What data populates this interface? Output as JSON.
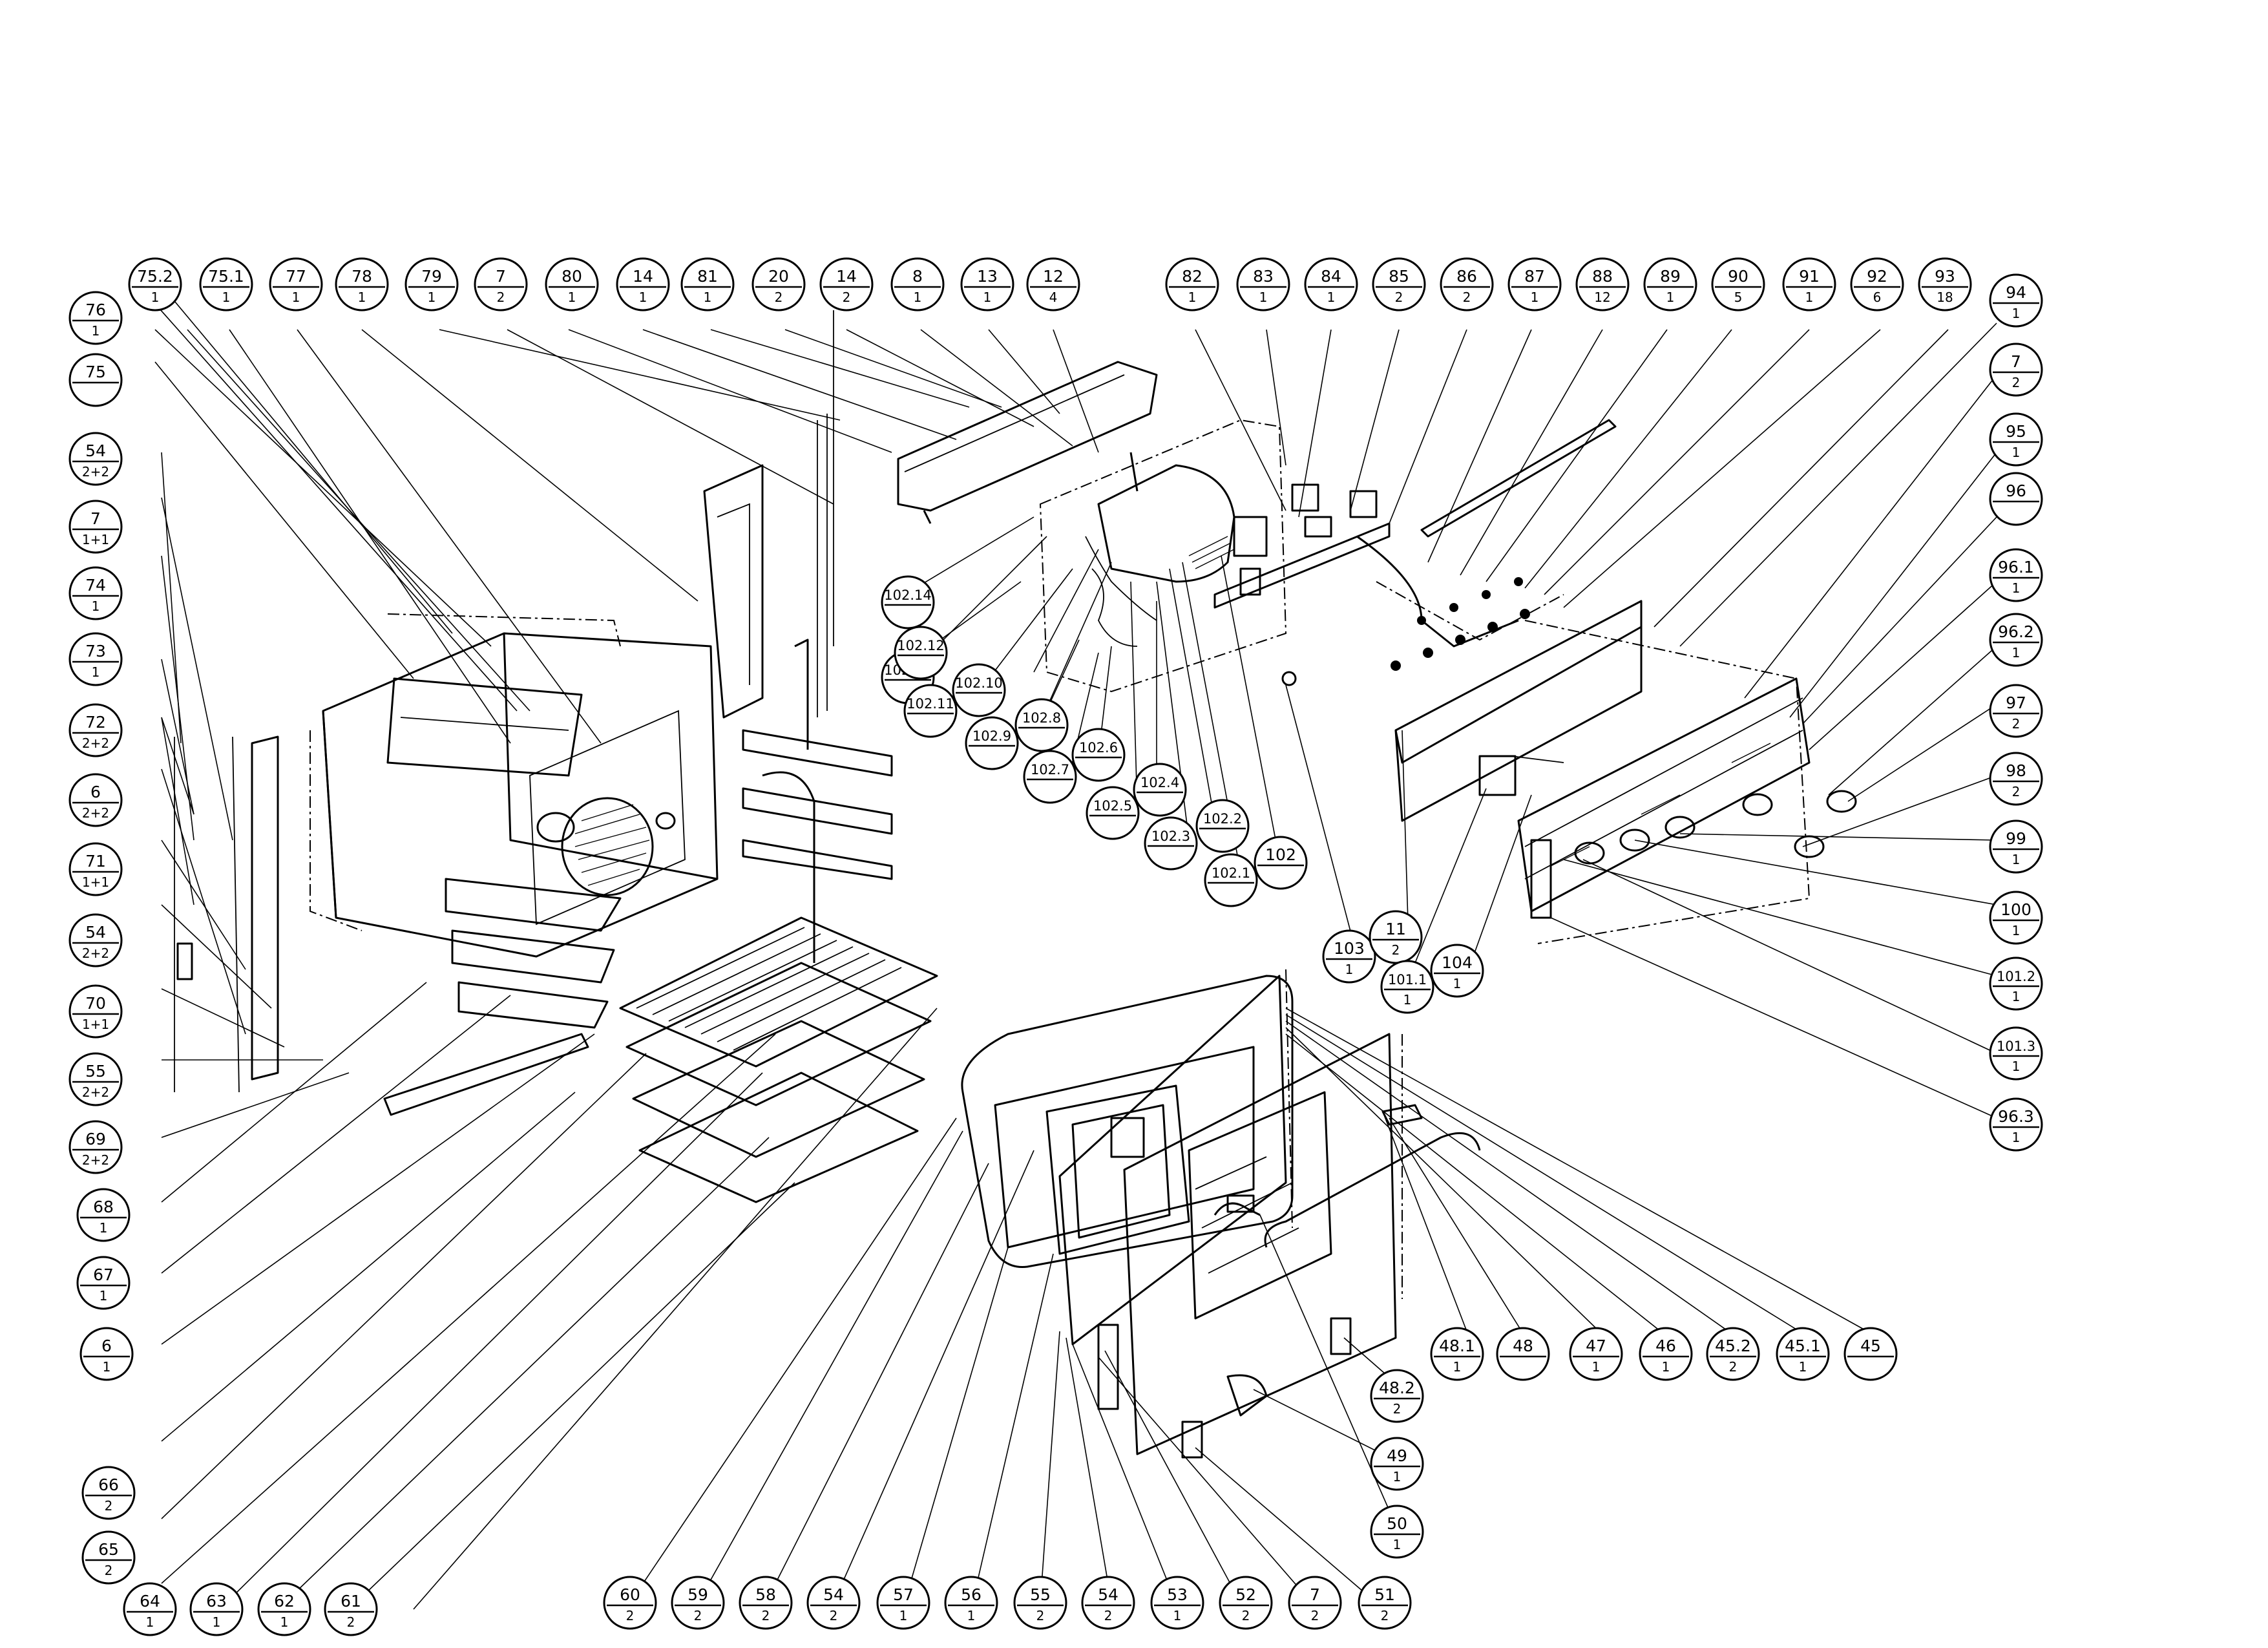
{
  "diagram": {
    "type": "exploded-parts",
    "callouts": [
      {
        "id": "c76",
        "num": "76",
        "qty": "1"
      },
      {
        "id": "c75_2",
        "num": "75.2",
        "qty": "1"
      },
      {
        "id": "c75_1",
        "num": "75.1",
        "qty": "1"
      },
      {
        "id": "c77",
        "num": "77",
        "qty": "1"
      },
      {
        "id": "c78",
        "num": "78",
        "qty": "1"
      },
      {
        "id": "c79",
        "num": "79",
        "qty": "1"
      },
      {
        "id": "c7a",
        "num": "7",
        "qty": "2"
      },
      {
        "id": "c80",
        "num": "80",
        "qty": "1"
      },
      {
        "id": "c14a",
        "num": "14",
        "qty": "1"
      },
      {
        "id": "c81",
        "num": "81",
        "qty": "1"
      },
      {
        "id": "c20",
        "num": "20",
        "qty": "2"
      },
      {
        "id": "c14b",
        "num": "14",
        "qty": "2"
      },
      {
        "id": "c8",
        "num": "8",
        "qty": "1"
      },
      {
        "id": "c13",
        "num": "13",
        "qty": "1"
      },
      {
        "id": "c12",
        "num": "12",
        "qty": "4"
      },
      {
        "id": "c82",
        "num": "82",
        "qty": "1"
      },
      {
        "id": "c83",
        "num": "83",
        "qty": "1"
      },
      {
        "id": "c84",
        "num": "84",
        "qty": "1"
      },
      {
        "id": "c85",
        "num": "85",
        "qty": "2"
      },
      {
        "id": "c86",
        "num": "86",
        "qty": "2"
      },
      {
        "id": "c87",
        "num": "87",
        "qty": "1"
      },
      {
        "id": "c88",
        "num": "88",
        "qty": "12"
      },
      {
        "id": "c89",
        "num": "89",
        "qty": "1"
      },
      {
        "id": "c90",
        "num": "90",
        "qty": "5"
      },
      {
        "id": "c91",
        "num": "91",
        "qty": "1"
      },
      {
        "id": "c92",
        "num": "92",
        "qty": "6"
      },
      {
        "id": "c93",
        "num": "93",
        "qty": "18"
      },
      {
        "id": "c94",
        "num": "94",
        "qty": "1"
      },
      {
        "id": "c7b",
        "num": "7",
        "qty": "2"
      },
      {
        "id": "c95",
        "num": "95",
        "qty": "1"
      },
      {
        "id": "c96",
        "num": "96",
        "qty": ""
      },
      {
        "id": "c96_1",
        "num": "96.1",
        "qty": "1"
      },
      {
        "id": "c96_2",
        "num": "96.2",
        "qty": "1"
      },
      {
        "id": "c97",
        "num": "97",
        "qty": "2"
      },
      {
        "id": "c98",
        "num": "98",
        "qty": "2"
      },
      {
        "id": "c99",
        "num": "99",
        "qty": "1"
      },
      {
        "id": "c100",
        "num": "100",
        "qty": "1"
      },
      {
        "id": "c101_2",
        "num": "101.2",
        "qty": "1"
      },
      {
        "id": "c101_3",
        "num": "101.3",
        "qty": "1"
      },
      {
        "id": "c96_3",
        "num": "96.3",
        "qty": "1"
      },
      {
        "id": "c75",
        "num": "75",
        "qty": ""
      },
      {
        "id": "c54a",
        "num": "54",
        "qty": "2+2"
      },
      {
        "id": "c7c",
        "num": "7",
        "qty": "1+1"
      },
      {
        "id": "c74",
        "num": "74",
        "qty": "1"
      },
      {
        "id": "c73",
        "num": "73",
        "qty": "1"
      },
      {
        "id": "c72",
        "num": "72",
        "qty": "2+2"
      },
      {
        "id": "c6a",
        "num": "6",
        "qty": "2+2"
      },
      {
        "id": "c71",
        "num": "71",
        "qty": "1+1"
      },
      {
        "id": "c54b",
        "num": "54",
        "qty": "2+2"
      },
      {
        "id": "c70",
        "num": "70",
        "qty": "1+1"
      },
      {
        "id": "c55a",
        "num": "55",
        "qty": "2+2"
      },
      {
        "id": "c69",
        "num": "69",
        "qty": "2+2"
      },
      {
        "id": "c68",
        "num": "68",
        "qty": "1"
      },
      {
        "id": "c67",
        "num": "67",
        "qty": "1"
      },
      {
        "id": "c6b",
        "num": "6",
        "qty": "1"
      },
      {
        "id": "c66",
        "num": "66",
        "qty": "2"
      },
      {
        "id": "c65",
        "num": "65",
        "qty": "2"
      },
      {
        "id": "c64",
        "num": "64",
        "qty": "1"
      },
      {
        "id": "c63",
        "num": "63",
        "qty": "1"
      },
      {
        "id": "c62",
        "num": "62",
        "qty": "1"
      },
      {
        "id": "c61",
        "num": "61",
        "qty": "2"
      },
      {
        "id": "c60",
        "num": "60",
        "qty": "2"
      },
      {
        "id": "c59",
        "num": "59",
        "qty": "2"
      },
      {
        "id": "c58",
        "num": "58",
        "qty": "2"
      },
      {
        "id": "c54c",
        "num": "54",
        "qty": "2"
      },
      {
        "id": "c57",
        "num": "57",
        "qty": "1"
      },
      {
        "id": "c56",
        "num": "56",
        "qty": "1"
      },
      {
        "id": "c55b",
        "num": "55",
        "qty": "2"
      },
      {
        "id": "c54d",
        "num": "54",
        "qty": "2"
      },
      {
        "id": "c53",
        "num": "53",
        "qty": "1"
      },
      {
        "id": "c52",
        "num": "52",
        "qty": "2"
      },
      {
        "id": "c7d",
        "num": "7",
        "qty": "2"
      },
      {
        "id": "c51",
        "num": "51",
        "qty": "2"
      },
      {
        "id": "c50",
        "num": "50",
        "qty": "1"
      },
      {
        "id": "c49",
        "num": "49",
        "qty": "1"
      },
      {
        "id": "c48_2",
        "num": "48.2",
        "qty": "2"
      },
      {
        "id": "c48_1",
        "num": "48.1",
        "qty": "1"
      },
      {
        "id": "c48",
        "num": "48",
        "qty": ""
      },
      {
        "id": "c47",
        "num": "47",
        "qty": "1"
      },
      {
        "id": "c46",
        "num": "46",
        "qty": "1"
      },
      {
        "id": "c45_2",
        "num": "45.2",
        "qty": "2"
      },
      {
        "id": "c45_1",
        "num": "45.1",
        "qty": "1"
      },
      {
        "id": "c45",
        "num": "45",
        "qty": ""
      },
      {
        "id": "c102_14",
        "num": "102.14",
        "qty": ""
      },
      {
        "id": "c102_13",
        "num": "102.13",
        "qty": ""
      },
      {
        "id": "c102_12",
        "num": "102.12",
        "qty": ""
      },
      {
        "id": "c102_11",
        "num": "102.11",
        "qty": ""
      },
      {
        "id": "c102_10",
        "num": "102.10",
        "qty": ""
      },
      {
        "id": "c102_9",
        "num": "102.9",
        "qty": ""
      },
      {
        "id": "c102_8",
        "num": "102.8",
        "qty": ""
      },
      {
        "id": "c102_7",
        "num": "102.7",
        "qty": ""
      },
      {
        "id": "c102_6",
        "num": "102.6",
        "qty": ""
      },
      {
        "id": "c102_5",
        "num": "102.5",
        "qty": ""
      },
      {
        "id": "c102_4",
        "num": "102.4",
        "qty": ""
      },
      {
        "id": "c102_3",
        "num": "102.3",
        "qty": ""
      },
      {
        "id": "c102_2",
        "num": "102.2",
        "qty": ""
      },
      {
        "id": "c102_1",
        "num": "102.1",
        "qty": ""
      },
      {
        "id": "c102",
        "num": "102",
        "qty": ""
      },
      {
        "id": "c103",
        "num": "103",
        "qty": "1"
      },
      {
        "id": "c11",
        "num": "11",
        "qty": "2"
      },
      {
        "id": "c101_1",
        "num": "101.1",
        "qty": "1"
      },
      {
        "id": "c104",
        "num": "104",
        "qty": "1"
      }
    ]
  }
}
